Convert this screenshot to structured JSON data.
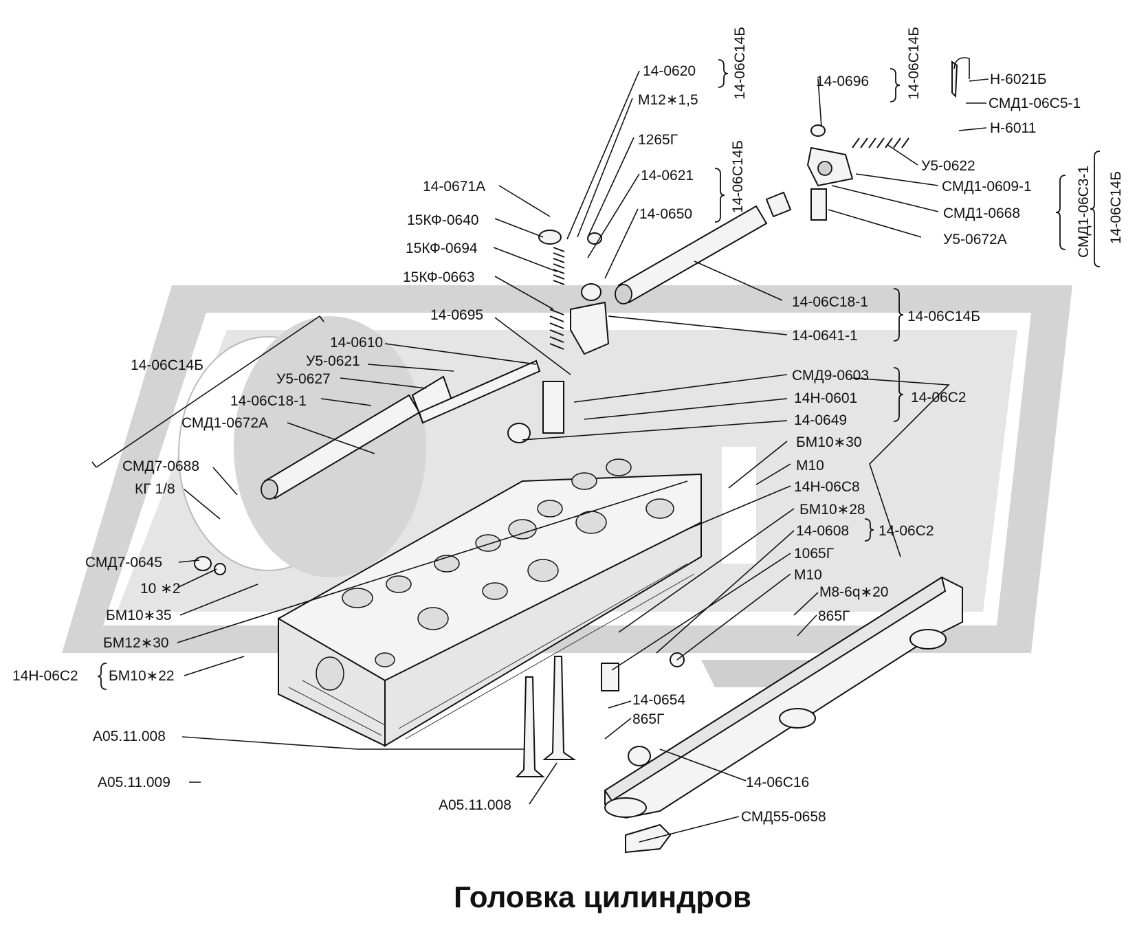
{
  "title": "Головка цилиндров",
  "labels": [
    {
      "id": "l1",
      "text": "14-0620"
    },
    {
      "id": "l2",
      "text": "М12∗1,5"
    },
    {
      "id": "l3",
      "text": "1265Г"
    },
    {
      "id": "l4",
      "text": "14-0621"
    },
    {
      "id": "l5",
      "text": "14-0650"
    },
    {
      "id": "l6",
      "text": "14-0671А"
    },
    {
      "id": "l7",
      "text": "15КФ-0640"
    },
    {
      "id": "l8",
      "text": "15КФ-0694"
    },
    {
      "id": "l9",
      "text": "15КФ-0663"
    },
    {
      "id": "l10",
      "text": "14-0695"
    },
    {
      "id": "l11",
      "text": "14-0610"
    },
    {
      "id": "l12",
      "text": "У5-0621"
    },
    {
      "id": "l13",
      "text": "У5-0627"
    },
    {
      "id": "l14",
      "text": "14-06С18-1"
    },
    {
      "id": "l15",
      "text": "СМД1-0672А"
    },
    {
      "id": "l16",
      "text": "14-06С14Б"
    },
    {
      "id": "l17",
      "text": "СМД7-0688"
    },
    {
      "id": "l18",
      "text": "КГ 1/8"
    },
    {
      "id": "l19",
      "text": "СМД7-0645"
    },
    {
      "id": "l20",
      "text": "10 ∗2"
    },
    {
      "id": "l21",
      "text": "БМ10∗35"
    },
    {
      "id": "l22",
      "text": "БМ12∗30"
    },
    {
      "id": "l23",
      "text": "14Н-06С2"
    },
    {
      "id": "l24",
      "text": "БМ10∗22"
    },
    {
      "id": "l25",
      "text": "А05.11.008"
    },
    {
      "id": "l26",
      "text": "А05.11.009"
    },
    {
      "id": "l27",
      "text": "А05.11.008"
    },
    {
      "id": "l28",
      "text": "14-0696"
    },
    {
      "id": "l29",
      "text": "Н-6021Б"
    },
    {
      "id": "l30",
      "text": "СМД1-06С5-1"
    },
    {
      "id": "l31",
      "text": "Н-6011"
    },
    {
      "id": "l32",
      "text": "У5-0622"
    },
    {
      "id": "l33",
      "text": "СМД1-0609-1"
    },
    {
      "id": "l34",
      "text": "СМД1-0668"
    },
    {
      "id": "l35",
      "text": "У5-0672А"
    },
    {
      "id": "l36",
      "text": "14-06С18-1"
    },
    {
      "id": "l37",
      "text": "14-06С14Б"
    },
    {
      "id": "l38",
      "text": "14-0641-1"
    },
    {
      "id": "l39",
      "text": "СМД9-0603"
    },
    {
      "id": "l40",
      "text": "14Н-0601"
    },
    {
      "id": "l41",
      "text": "14-06С2"
    },
    {
      "id": "l42",
      "text": "14-0649"
    },
    {
      "id": "l43",
      "text": "БМ10∗30"
    },
    {
      "id": "l44",
      "text": "М10"
    },
    {
      "id": "l45",
      "text": "14Н-06С8"
    },
    {
      "id": "l46",
      "text": "БМ10∗28"
    },
    {
      "id": "l47",
      "text": "14-0608"
    },
    {
      "id": "l48",
      "text": "14-06С2"
    },
    {
      "id": "l49",
      "text": "1065Г"
    },
    {
      "id": "l50",
      "text": "М10"
    },
    {
      "id": "l51",
      "text": "М8-6q∗20"
    },
    {
      "id": "l52",
      "text": "865Г"
    },
    {
      "id": "l53",
      "text": "14-0654"
    },
    {
      "id": "l54",
      "text": "865Г"
    },
    {
      "id": "l55",
      "text": "14-06С16"
    },
    {
      "id": "l56",
      "text": "СМД55-0658"
    }
  ],
  "vertical_labels": [
    {
      "id": "v1",
      "text": "14-06С14Б"
    },
    {
      "id": "v2",
      "text": "14-06С14Б"
    },
    {
      "id": "v3",
      "text": "14-06С14Б"
    },
    {
      "id": "v4",
      "text": "СМД1-06С3-1"
    },
    {
      "id": "v5",
      "text": "14-06С14Б"
    }
  ]
}
